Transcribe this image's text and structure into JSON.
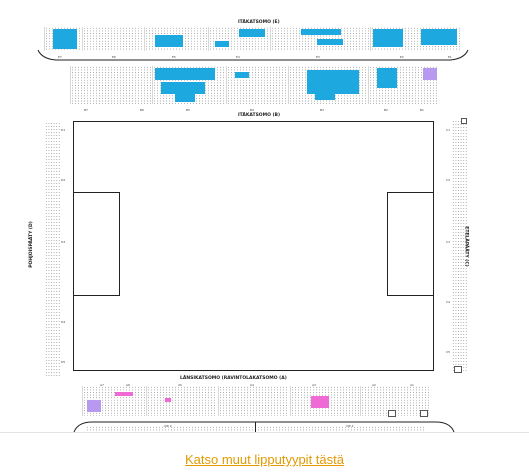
{
  "stands": {
    "east_upper": "ITÄKATSOMO (E)",
    "east_lower": "ITÄKATSOMO (B)",
    "west": "LÄNSIKATSOMO (RAVINTOLAKATSOMO (A)",
    "north": "POHJOISPÄÄTY (D)",
    "south": "ETELÄPÄÄTY (C)"
  },
  "section_labels": {
    "east_upper": [
      "E7",
      "E6",
      "E5",
      "E4",
      "E3",
      "E2",
      "E1"
    ],
    "east_lower": [
      "B7",
      "B6",
      "B5",
      "B4",
      "B3",
      "B2",
      "B1"
    ],
    "west": [
      "A7",
      "A6",
      "A5",
      "A4",
      "A3",
      "A2",
      "A1"
    ],
    "west_lower": [
      "VIP 2",
      "VIP 1"
    ],
    "north": [
      "D1",
      "D2",
      "D3",
      "D4",
      "D5"
    ],
    "south": [
      "C1",
      "C2",
      "C3",
      "C4",
      "C5"
    ]
  },
  "colors": {
    "available_blue": "#1ea8e0",
    "available_lilac": "#b799f0",
    "available_pink": "#f06ad6",
    "link": "#e39a00"
  },
  "icons": {
    "accessible": "wheelchair-icon"
  },
  "footer": {
    "link_text": "Katso muut lipputyypit tästä"
  }
}
